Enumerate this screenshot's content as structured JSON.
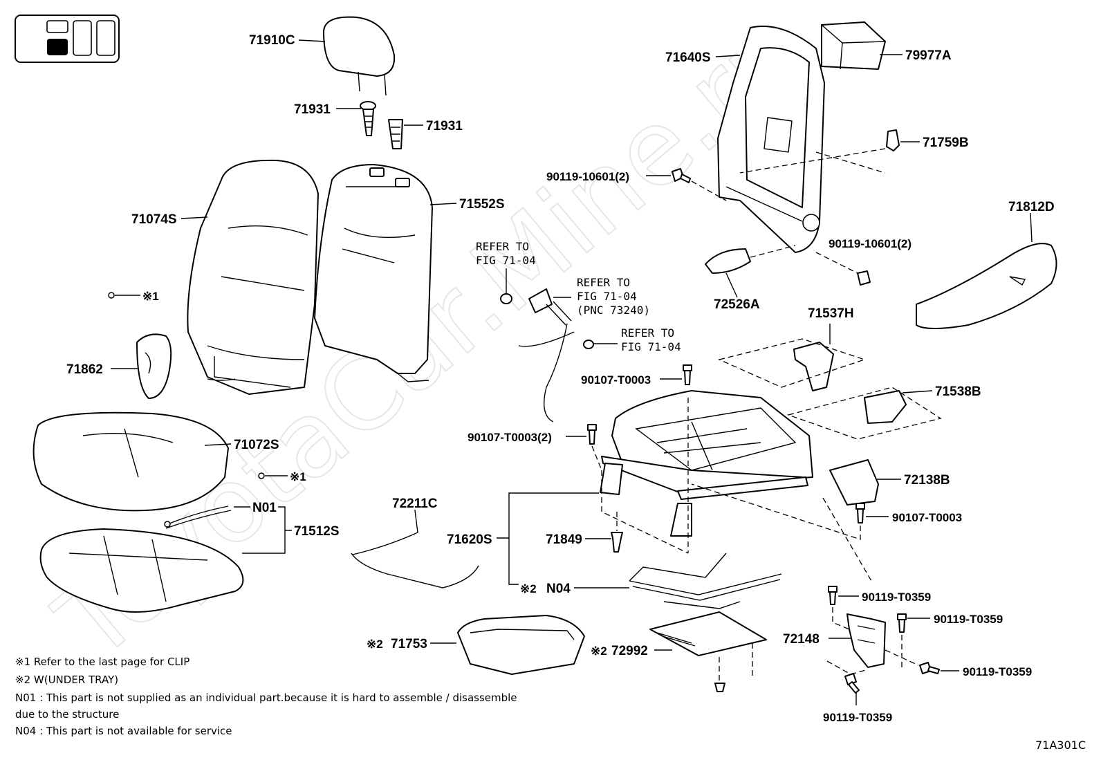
{
  "watermark": "ToyotaCar.Mine.ru",
  "figure_code": "71A301C",
  "labels": {
    "p71910C": "71910C",
    "p71931a": "71931",
    "p71931b": "71931",
    "p71074S": "71074S",
    "p71552S": "71552S",
    "p71862": "71862",
    "p71072S": "71072S",
    "pN01": "N01",
    "p71512S": "71512S",
    "p72211C": "72211C",
    "p71620S": "71620S",
    "p71849": "71849",
    "pN04": "N04",
    "p71753": "71753",
    "p72992": "72992",
    "p71640S": "71640S",
    "p79977A": "79977A",
    "p71759B": "71759B",
    "b90119_10601_a": "90119-10601(2)",
    "b90119_10601_b": "90119-10601(2)",
    "p72526A": "72526A",
    "p71812D": "71812D",
    "p71537H": "71537H",
    "p71538B": "71538B",
    "p72138B": "72138B",
    "b90107_T0003_a": "90107-T0003",
    "b90107_T0003_b": "90107-T0003(2)",
    "b90107_T0003_c": "90107-T0003",
    "p72148": "72148",
    "b90119_T0359_a": "90119-T0359",
    "b90119_T0359_b": "90119-T0359",
    "b90119_T0359_c": "90119-T0359",
    "b90119_T0359_d": "90119-T0359",
    "clip1": "※1",
    "clip2": "※1",
    "mark_N04": "※2",
    "mark_71753": "※2",
    "mark_72992": "※2"
  },
  "refs": {
    "ref1_line1": "REFER TO",
    "ref1_line2": "FIG 71-04",
    "ref2_line1": "REFER TO",
    "ref2_line2": "FIG 71-04",
    "ref2_line3": "(PNC 73240)",
    "ref3_line1": "REFER TO",
    "ref3_line2": "FIG 71-04"
  },
  "notes": [
    "※1  Refer to the last page for CLIP",
    "※2  W(UNDER  TRAY)",
    "N01 :  This part is not supplied as an individual part.because it is hard to assemble / disassemble",
    "           due to the structure",
    "N04 :  This part is not available for service"
  ]
}
